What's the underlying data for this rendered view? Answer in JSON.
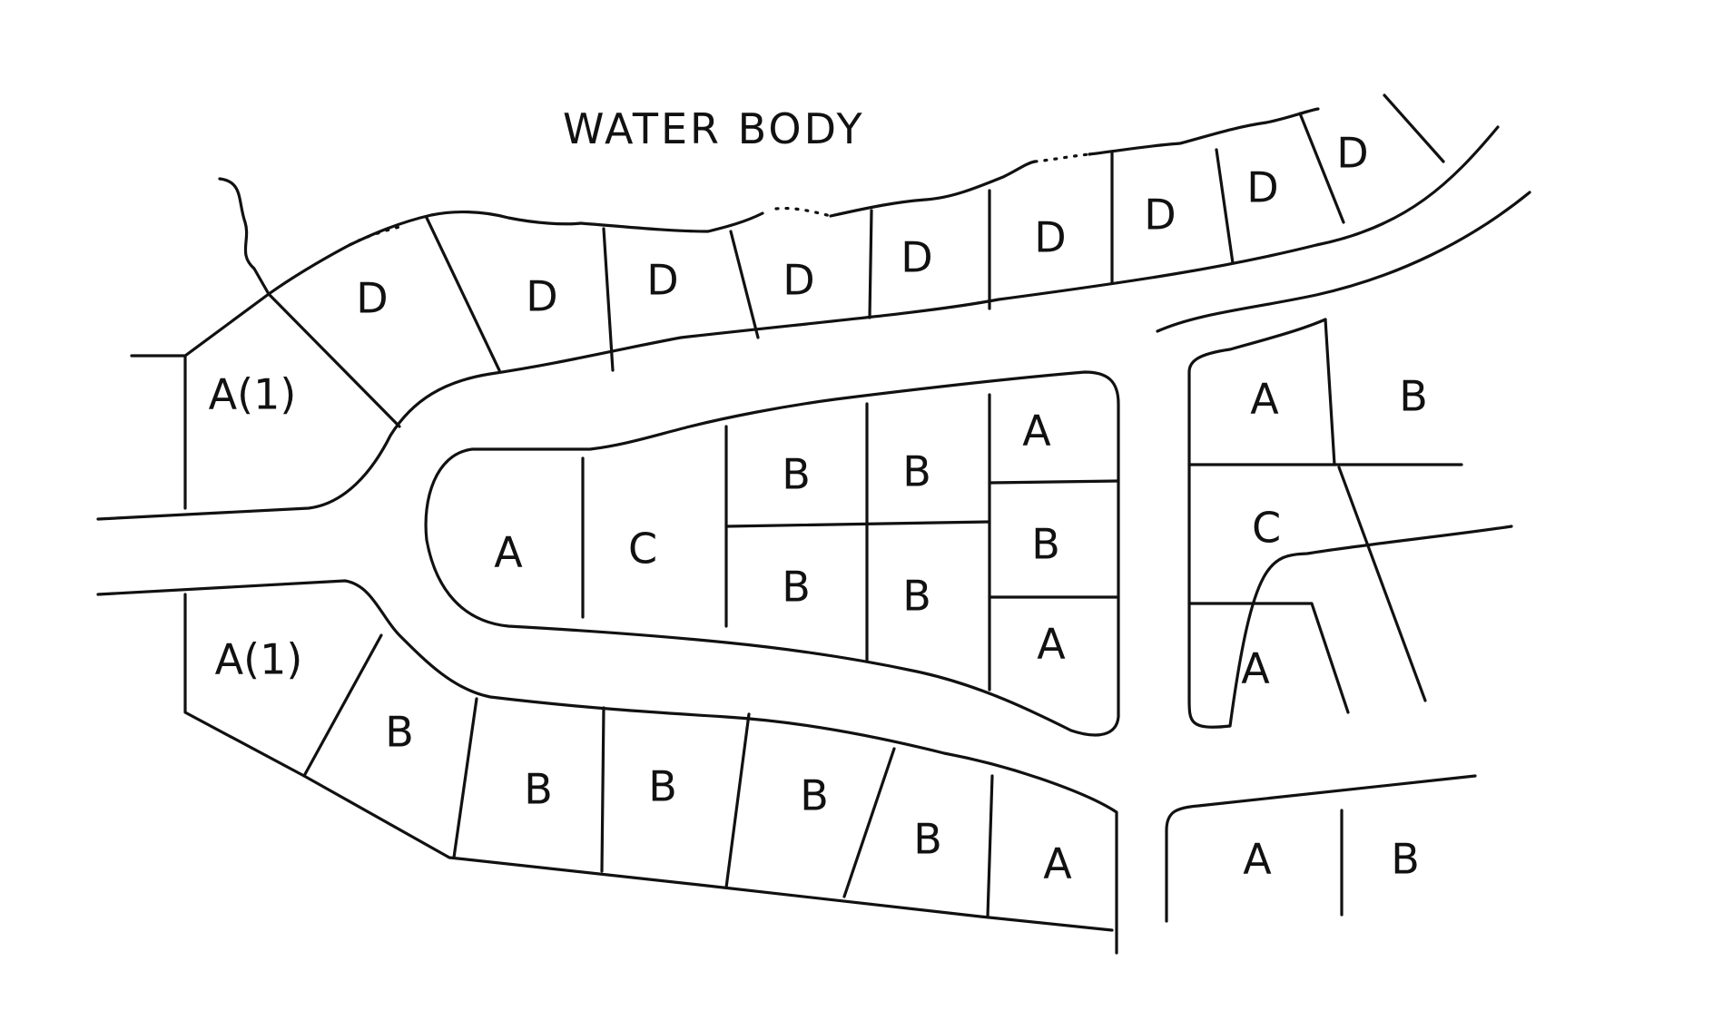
{
  "title": "WATER BODY",
  "lots": [
    {
      "id": "lot-d-01",
      "label": "D"
    },
    {
      "id": "lot-d-02",
      "label": "D"
    },
    {
      "id": "lot-d-03",
      "label": "D"
    },
    {
      "id": "lot-d-04",
      "label": "D"
    },
    {
      "id": "lot-d-05",
      "label": "D"
    },
    {
      "id": "lot-d-06",
      "label": "D"
    },
    {
      "id": "lot-d-07",
      "label": "D"
    },
    {
      "id": "lot-d-08",
      "label": "D"
    },
    {
      "id": "lot-d-09",
      "label": "D"
    },
    {
      "id": "lot-a1-north",
      "label": "A(1)"
    },
    {
      "id": "lot-a1-south",
      "label": "A(1)"
    },
    {
      "id": "island-a-west",
      "label": "A"
    },
    {
      "id": "island-c",
      "label": "C"
    },
    {
      "id": "island-b-01",
      "label": "B"
    },
    {
      "id": "island-b-02",
      "label": "B"
    },
    {
      "id": "island-b-03",
      "label": "B"
    },
    {
      "id": "island-b-04",
      "label": "B"
    },
    {
      "id": "island-a-ne",
      "label": "A"
    },
    {
      "id": "island-b-east",
      "label": "B"
    },
    {
      "id": "island-a-se",
      "label": "A"
    },
    {
      "id": "south-b-01",
      "label": "B"
    },
    {
      "id": "south-b-02",
      "label": "B"
    },
    {
      "id": "south-b-03",
      "label": "B"
    },
    {
      "id": "south-b-04",
      "label": "B"
    },
    {
      "id": "south-b-05",
      "label": "B"
    },
    {
      "id": "south-a-end",
      "label": "A"
    },
    {
      "id": "east-a-top",
      "label": "A"
    },
    {
      "id": "east-b-top",
      "label": "B"
    },
    {
      "id": "east-c",
      "label": "C"
    },
    {
      "id": "east-a-mid",
      "label": "A"
    },
    {
      "id": "east-a-bottom",
      "label": "A"
    },
    {
      "id": "east-b-bottom",
      "label": "B"
    }
  ]
}
